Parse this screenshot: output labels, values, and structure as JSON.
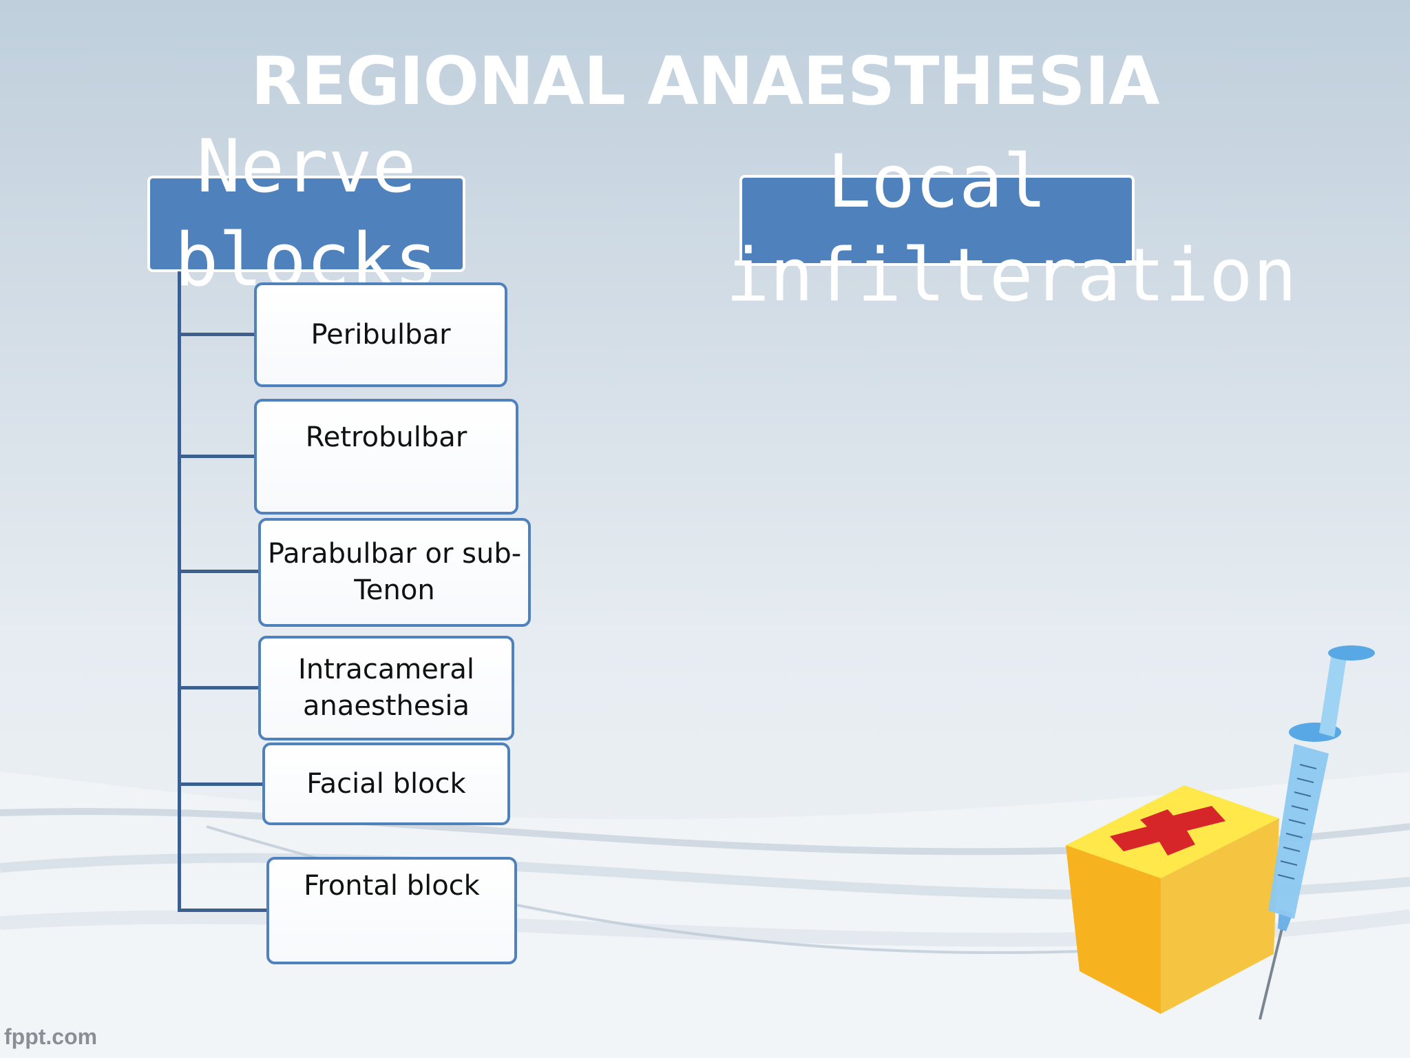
{
  "slide": {
    "title": "REGIONAL ANAESTHESIA",
    "watermark": "fppt.com"
  },
  "left_group": {
    "header": "Nerve\nblocks",
    "items": [
      "Peribulbar",
      "Retrobulbar",
      "Parabulbar or sub-\nTenon",
      "Intracameral\nanaesthesia",
      "Facial block",
      "Frontal block"
    ]
  },
  "right_group": {
    "header": "Local\ninfilteration"
  },
  "colors": {
    "header_fill": "#4f81bd",
    "node_border": "#4f81bd",
    "connector": "#3b5f8f",
    "title": "#ffffff"
  },
  "illustration": {
    "icons": [
      "first-aid-box-icon",
      "syringe-icon"
    ]
  }
}
